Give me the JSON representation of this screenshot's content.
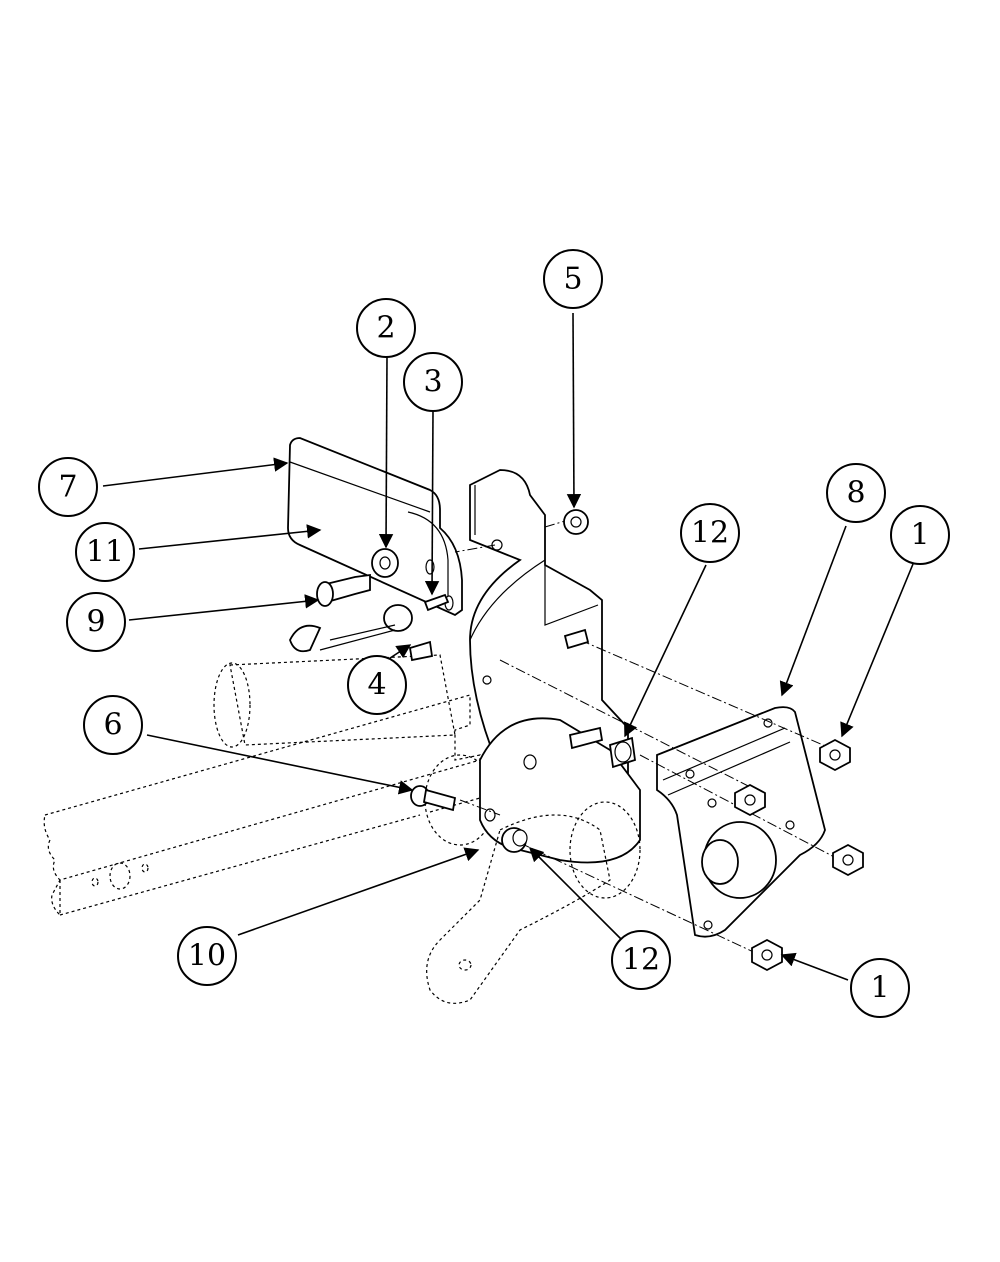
{
  "figure": {
    "type": "exploded-assembly-diagram",
    "callouts": [
      {
        "id": "c1a",
        "label": "1"
      },
      {
        "id": "c1b",
        "label": "1"
      },
      {
        "id": "c2",
        "label": "2"
      },
      {
        "id": "c3",
        "label": "3"
      },
      {
        "id": "c4",
        "label": "4"
      },
      {
        "id": "c5",
        "label": "5"
      },
      {
        "id": "c6",
        "label": "6"
      },
      {
        "id": "c7",
        "label": "7"
      },
      {
        "id": "c8",
        "label": "8"
      },
      {
        "id": "c9",
        "label": "9"
      },
      {
        "id": "c10",
        "label": "10"
      },
      {
        "id": "c11",
        "label": "11"
      },
      {
        "id": "c12a",
        "label": "12"
      },
      {
        "id": "c12b",
        "label": "12"
      }
    ]
  }
}
